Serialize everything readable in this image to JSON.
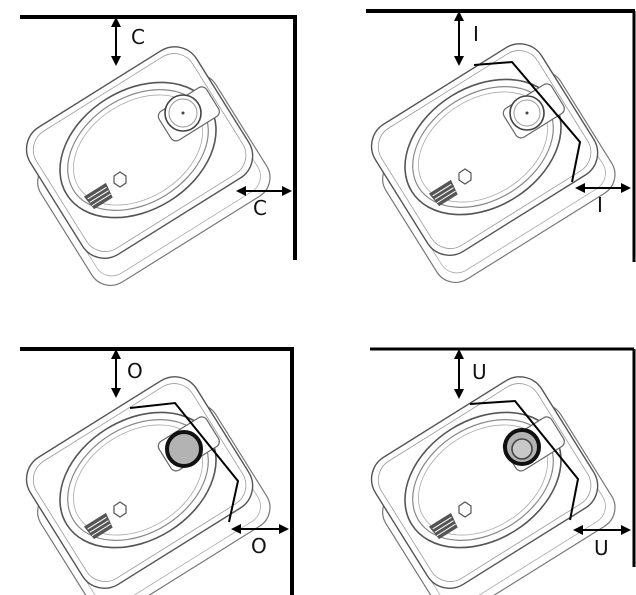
{
  "panels": [
    {
      "id": "top-left",
      "label": "C",
      "marker": "port",
      "bracket": false
    },
    {
      "id": "top-right",
      "label": "I",
      "marker": "port",
      "bracket": true
    },
    {
      "id": "bottom-left",
      "label": "O",
      "marker": "gray-disc",
      "bracket": true
    },
    {
      "id": "bottom-right",
      "label": "U",
      "marker": "gray-ring",
      "bracket": true
    }
  ],
  "colors": {
    "line": "#000000",
    "outline": "#6b6b6b",
    "marker_fill": "#b3b3b3",
    "background": "#ffffff"
  }
}
